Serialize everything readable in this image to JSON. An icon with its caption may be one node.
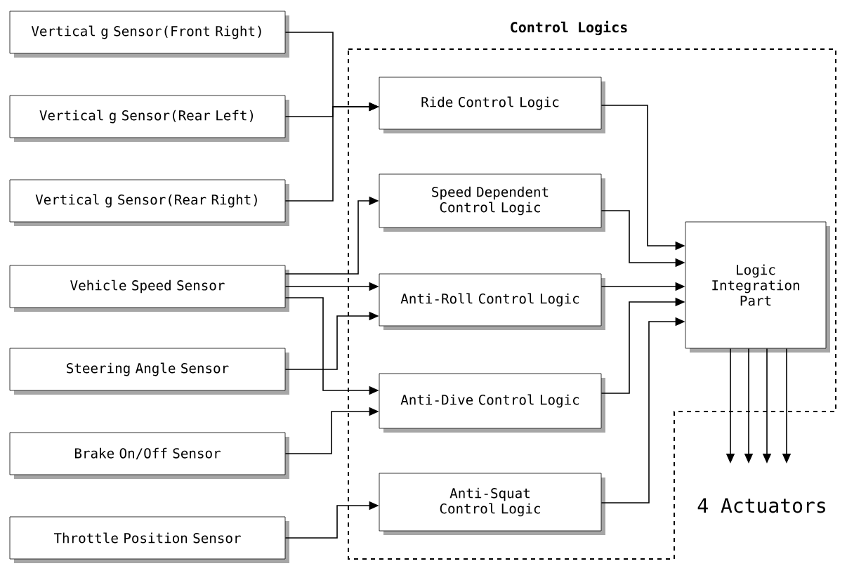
{
  "diagram": {
    "nodes": [
      {
        "text": [
          "Vertical g Sensor(Front Right)"
        ]
      },
      {
        "text": [
          "Vertical g Sensor(Rear Left)"
        ]
      },
      {
        "text": [
          "Vertical g Sensor(Rear Right)"
        ]
      },
      {
        "text": [
          "Vehicle Speed Sensor"
        ]
      },
      {
        "text": [
          "Steering Angle Sensor"
        ]
      },
      {
        "text": [
          "Brake On/Off Sensor"
        ]
      },
      {
        "text": [
          "Throttle Position Sensor"
        ]
      },
      {
        "text": [
          "Control Logics"
        ]
      },
      {
        "text": [
          "Ride Control Logic"
        ],
        "in": 7
      },
      {
        "text": [
          "Speed Dependent Control Logic"
        ],
        "in": 7
      },
      {
        "text": [
          "Anti-Roll Control Logic"
        ],
        "in": 7
      },
      {
        "text": [
          "Anti-Dive Control Logic"
        ],
        "in": 7
      },
      {
        "text": [
          "Anti-Squat Control Logic"
        ],
        "in": 7
      },
      {
        "text": [
          "Logic Integration Part"
        ],
        "in": 7
      },
      {
        "text": [
          "4 Actuators"
        ]
      }
    ],
    "edges": [
      {
        "from": 0,
        "to": 8,
        "arrow": "to"
      },
      {
        "from": 1,
        "to": 8,
        "arrow": "to"
      },
      {
        "from": 2,
        "to": 8,
        "arrow": "to"
      },
      {
        "from": 3,
        "to": 9,
        "arrow": "to"
      },
      {
        "from": 3,
        "to": 10,
        "arrow": "to"
      },
      {
        "from": 3,
        "to": 11,
        "arrow": "to"
      },
      {
        "from": 4,
        "to": 10,
        "arrow": "to"
      },
      {
        "from": 5,
        "to": 11,
        "arrow": "to"
      },
      {
        "from": 6,
        "to": 12,
        "arrow": "to"
      },
      {
        "from": 8,
        "to": 13,
        "arrow": "to"
      },
      {
        "from": 9,
        "to": 13,
        "arrow": "to"
      },
      {
        "from": 10,
        "to": 13,
        "arrow": "to"
      },
      {
        "from": 11,
        "to": 13,
        "arrow": "to"
      },
      {
        "from": 12,
        "to": 13,
        "arrow": "to"
      },
      {
        "from": 13,
        "to": 14,
        "arrow": "to"
      },
      {
        "from": 13,
        "to": 14,
        "arrow": "to"
      },
      {
        "from": 13,
        "to": 14,
        "arrow": "to"
      },
      {
        "from": 13,
        "to": 14,
        "arrow": "to"
      }
    ]
  }
}
